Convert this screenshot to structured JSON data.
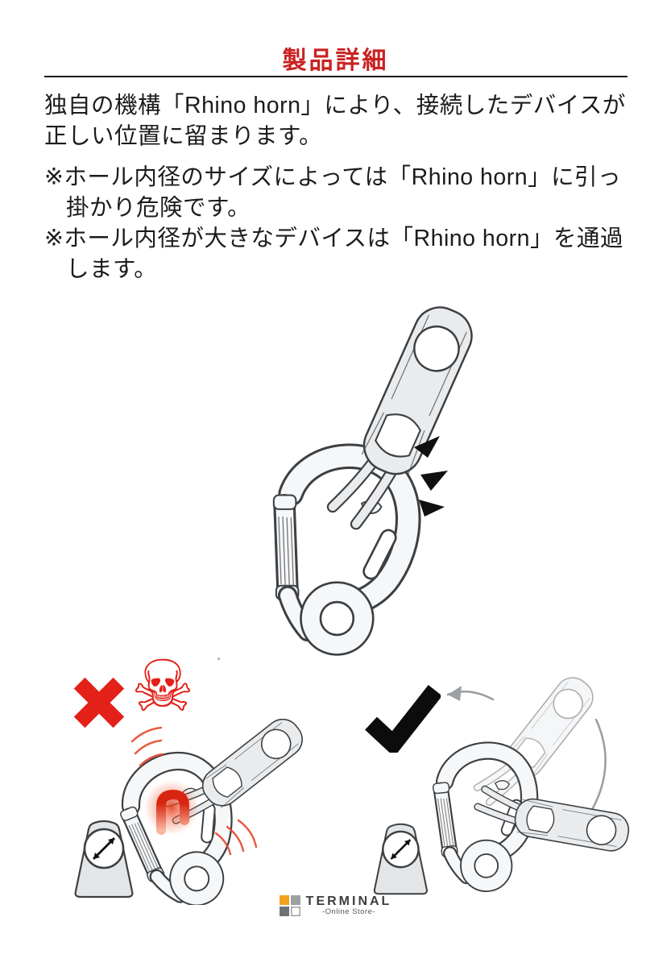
{
  "colors": {
    "title-red": "#c92220",
    "danger-red": "#e32119",
    "ink": "#1c1c1c",
    "outline": "#3d4043",
    "body-light": "#f6f7f8",
    "device-fill": "#e9ebed",
    "arrow-gray": "#9aa0a4",
    "logo-orange": "#f2a21a",
    "logo-gray-light": "#9ca0a3",
    "logo-gray-dark": "#6e7276",
    "logo-text": "#3b3e41"
  },
  "header": {
    "title": "製品詳細"
  },
  "description": {
    "lines": [
      {
        "text": "独自の機構「Rhino horn」により、接続したデバイスが"
      },
      {
        "text": "正しい位置に留まります。"
      },
      {
        "text": "※ホール内径のサイズによっては「Rhino horn」に引っ"
      },
      {
        "text": "掛かり危険です。"
      },
      {
        "text": "※ホール内径が大きなデバイスは「Rhino horn」を通過"
      },
      {
        "text": "します。"
      }
    ]
  },
  "figures": {
    "main": {
      "icon": "click-emphasis-marks"
    },
    "wrong": {
      "icons": [
        "x-mark-icon",
        "skull-and-crossbones-icon"
      ],
      "skull_glyph": "☠"
    },
    "correct": {
      "icons": [
        "check-mark-icon",
        "rotation-arrow-icon"
      ]
    }
  },
  "footer": {
    "brand": "TERMINAL",
    "tagline": "-Online Store-"
  }
}
